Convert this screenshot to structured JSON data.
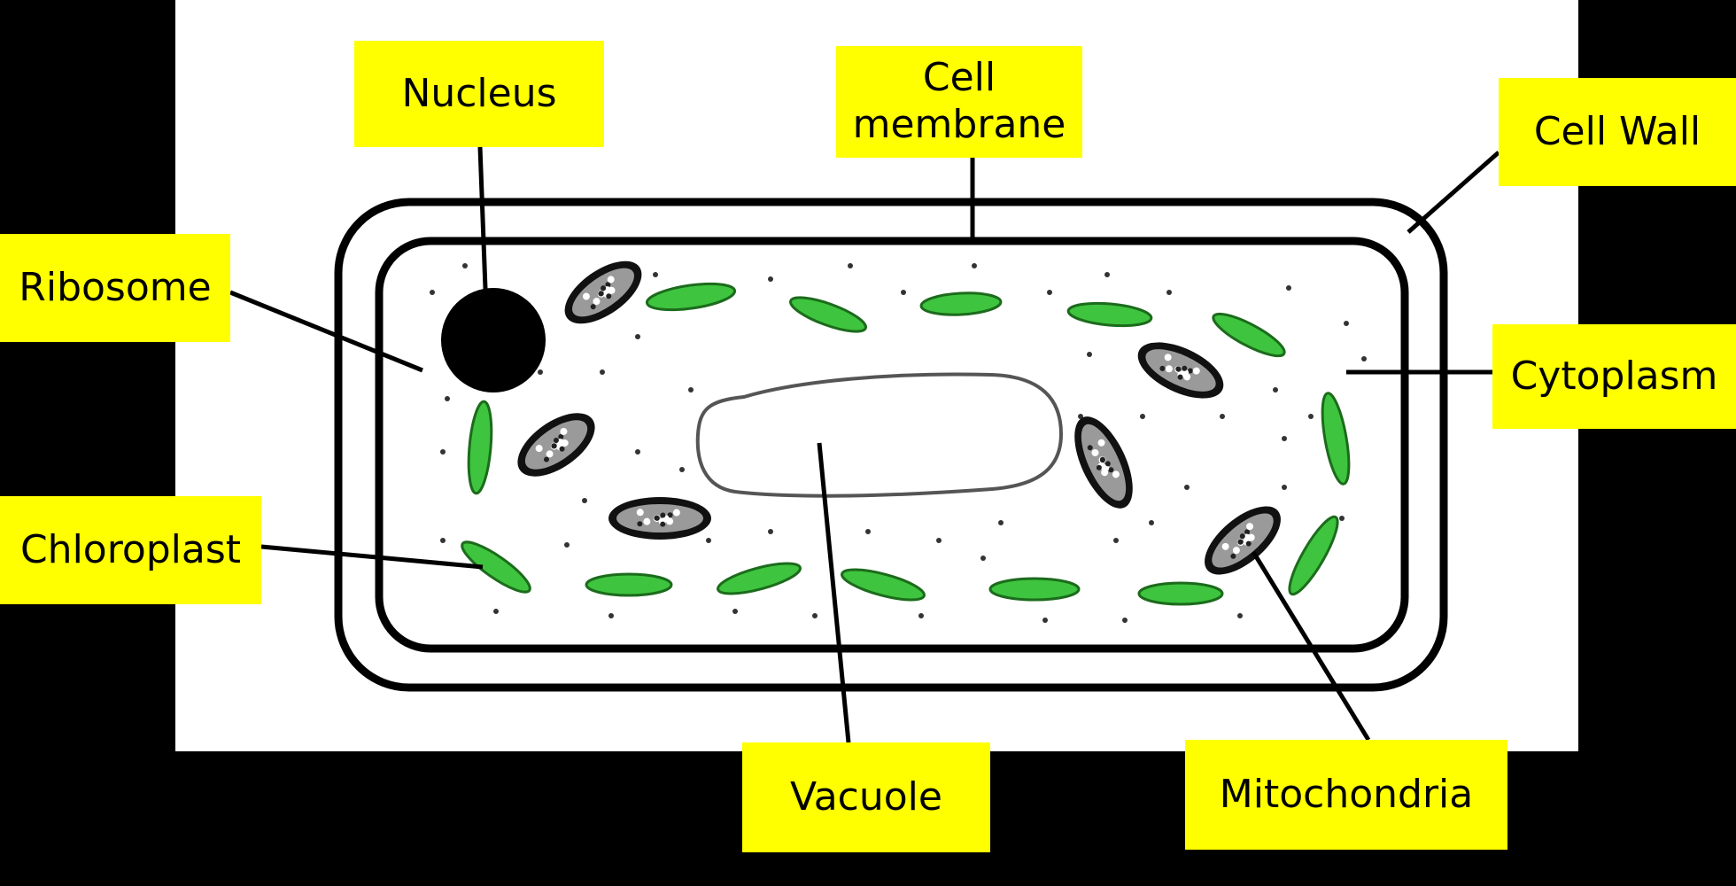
{
  "colors": {
    "background": "#000000",
    "panel": "#ffffff",
    "label_fill": "#ffff00",
    "chloroplast": "#3ec43e",
    "outline": "#000000"
  },
  "labels": {
    "nucleus": "Nucleus",
    "cell_membrane_line1": "Cell",
    "cell_membrane_line2": "membrane",
    "cell_wall": "Cell Wall",
    "ribosome": "Ribosome",
    "cytoplasm": "Cytoplasm",
    "chloroplast": "Chloroplast",
    "vacuole": "Vacuole",
    "mitochondria": "Mitochondria"
  }
}
